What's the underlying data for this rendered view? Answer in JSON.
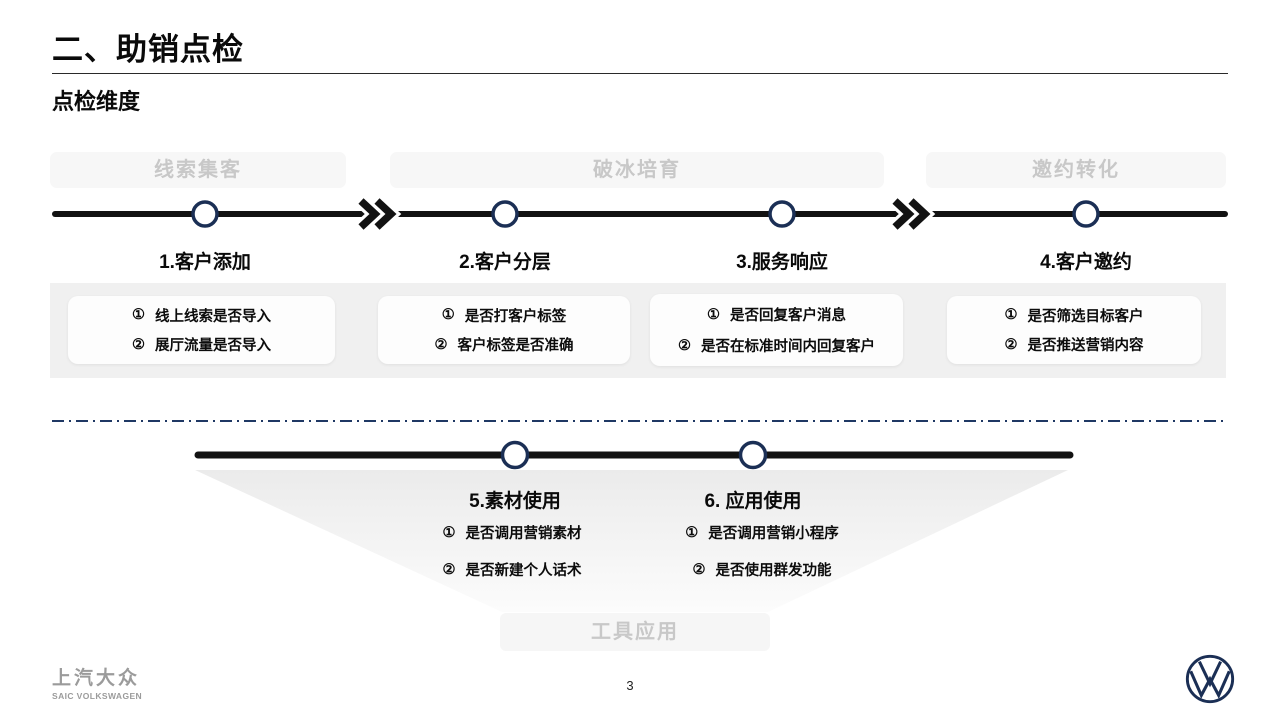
{
  "slide": {
    "title": "二、助销点检",
    "subtitle": "点检维度"
  },
  "phases": [
    {
      "label": "线索集客"
    },
    {
      "label": "破冰培育"
    },
    {
      "label": "邀约转化"
    }
  ],
  "milestones": [
    {
      "label": "1.客户添加",
      "items": [
        {
          "marker": "①",
          "text": "线上线索是否导入"
        },
        {
          "marker": "②",
          "text": "展厅流量是否导入"
        }
      ]
    },
    {
      "label": "2.客户分层",
      "items": [
        {
          "marker": "①",
          "text": "是否打客户标签"
        },
        {
          "marker": "②",
          "text": "客户标签是否准确"
        }
      ]
    },
    {
      "label": "3.服务响应",
      "items": [
        {
          "marker": "①",
          "text": "是否回复客户消息"
        },
        {
          "marker": "②",
          "text": "是否在标准时间内回复客户"
        }
      ]
    },
    {
      "label": "4.客户邀约",
      "items": [
        {
          "marker": "①",
          "text": "是否筛选目标客户"
        },
        {
          "marker": "②",
          "text": "是否推送营销内容"
        }
      ]
    }
  ],
  "tools": {
    "milestones": [
      {
        "label": "5.素材使用",
        "items": [
          {
            "marker": "①",
            "text": "是否调用营销素材"
          },
          {
            "marker": "②",
            "text": "是否新建个人话术"
          }
        ]
      },
      {
        "label": "6. 应用使用",
        "items": [
          {
            "marker": "①",
            "text": "是否调用营销小程序"
          },
          {
            "marker": "②",
            "text": "是否使用群发功能"
          }
        ]
      }
    ],
    "phase_label": "工具应用"
  },
  "footer": {
    "brand_cn": "上汽大众",
    "brand_en": "SAIC VOLKSWAGEN",
    "page": "3"
  },
  "colors": {
    "accent": "#1b2f55",
    "line": "#121212",
    "divider": "#1f3864",
    "phase_bg": "#f7f7f7",
    "phase_text": "#c8c8c8",
    "band": "#f0f0f0",
    "muted": "#9b9b9b"
  }
}
